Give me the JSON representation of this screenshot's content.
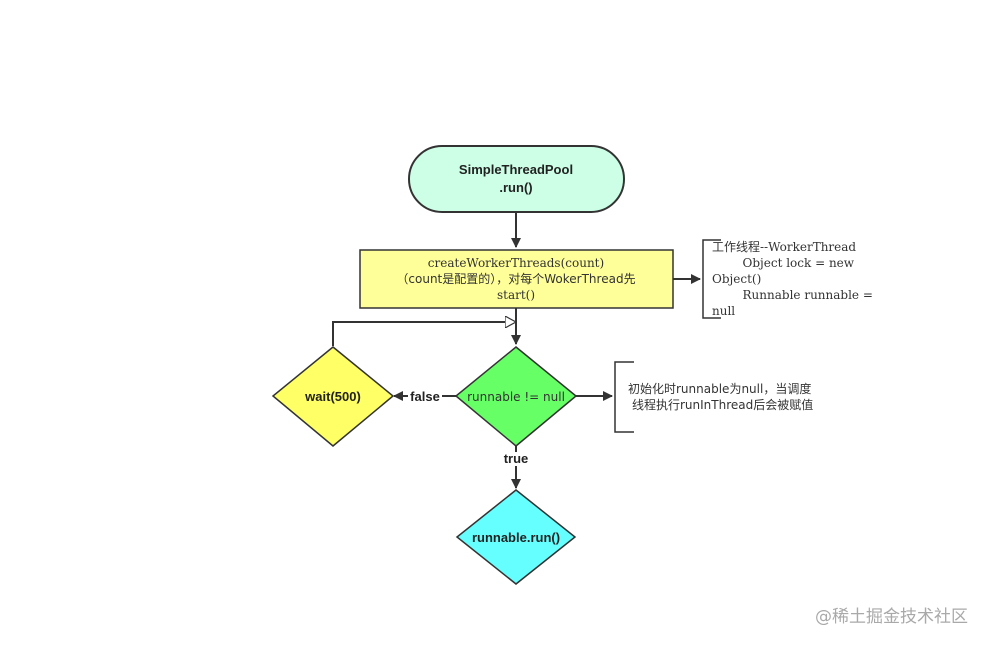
{
  "nodes": {
    "start": {
      "line1": "SimpleThreadPool",
      "line2": ".run()",
      "fill": "#ccffe6"
    },
    "create": {
      "line1": "createWorkerThreads(count)",
      "line2": "（count是配置的），对每个WokerThread先",
      "line3": "start()",
      "fill": "#ffff99"
    },
    "decision": {
      "label": "runnable != null",
      "fill": "#66ff66"
    },
    "wait": {
      "label": "wait(500)",
      "fill": "#ffff66"
    },
    "run": {
      "label": "runnable.run()",
      "fill": "#66ffff"
    }
  },
  "edges": {
    "false_label": "false",
    "true_label": "true"
  },
  "annotations": {
    "worker": {
      "line1": "工作线程--WorkerThread",
      "line2": "        Object lock = new",
      "line3": "Object()",
      "line4": "        Runnable runnable =",
      "line5": "null"
    },
    "init": {
      "line1": "初始化时runnable为null，当调度",
      "line2": "线程执行runInThread后会被赋值"
    }
  },
  "watermark": "@稀土掘金技术社区"
}
